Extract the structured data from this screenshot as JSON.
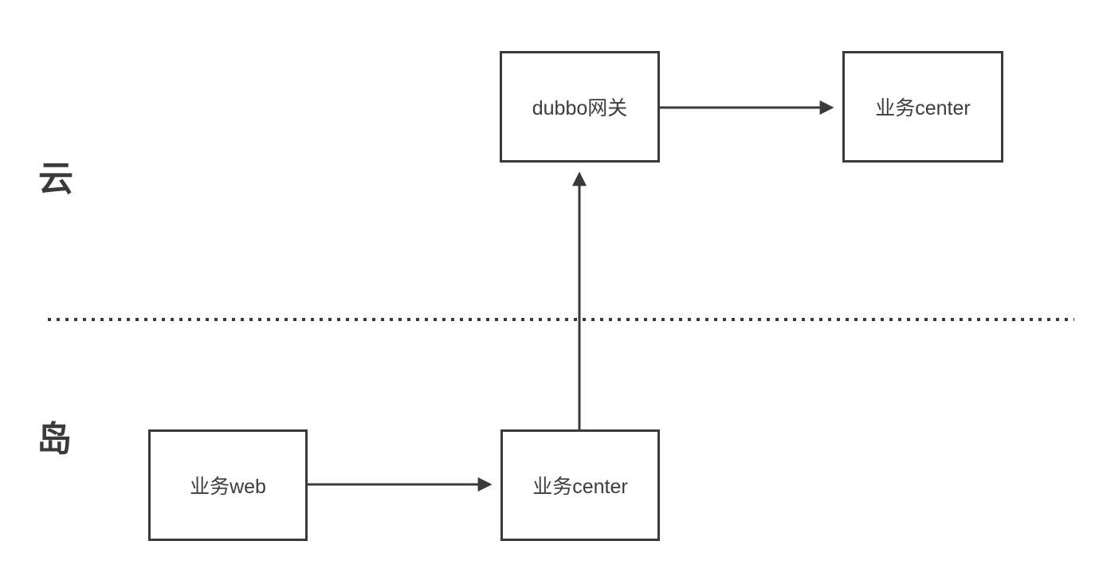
{
  "diagram": {
    "title": "",
    "regions": [
      {
        "id": "cloud",
        "label": "云"
      },
      {
        "id": "island",
        "label": "岛"
      }
    ],
    "nodes": [
      {
        "id": "dubbo-gateway",
        "label": "dubbo网关",
        "region": "cloud"
      },
      {
        "id": "biz-center-cloud",
        "label": "业务center",
        "region": "cloud"
      },
      {
        "id": "biz-web",
        "label": "业务web",
        "region": "island"
      },
      {
        "id": "biz-center-island",
        "label": "业务center",
        "region": "island"
      }
    ],
    "edges": [
      {
        "from": "dubbo-gateway",
        "to": "biz-center-cloud",
        "direction": "right"
      },
      {
        "from": "biz-web",
        "to": "biz-center-island",
        "direction": "right"
      },
      {
        "from": "biz-center-island",
        "to": "dubbo-gateway",
        "direction": "up"
      }
    ],
    "colors": {
      "line": "#3a3a3a",
      "text": "#3d3d3d",
      "background": "#ffffff"
    },
    "divider_style": "dotted"
  }
}
